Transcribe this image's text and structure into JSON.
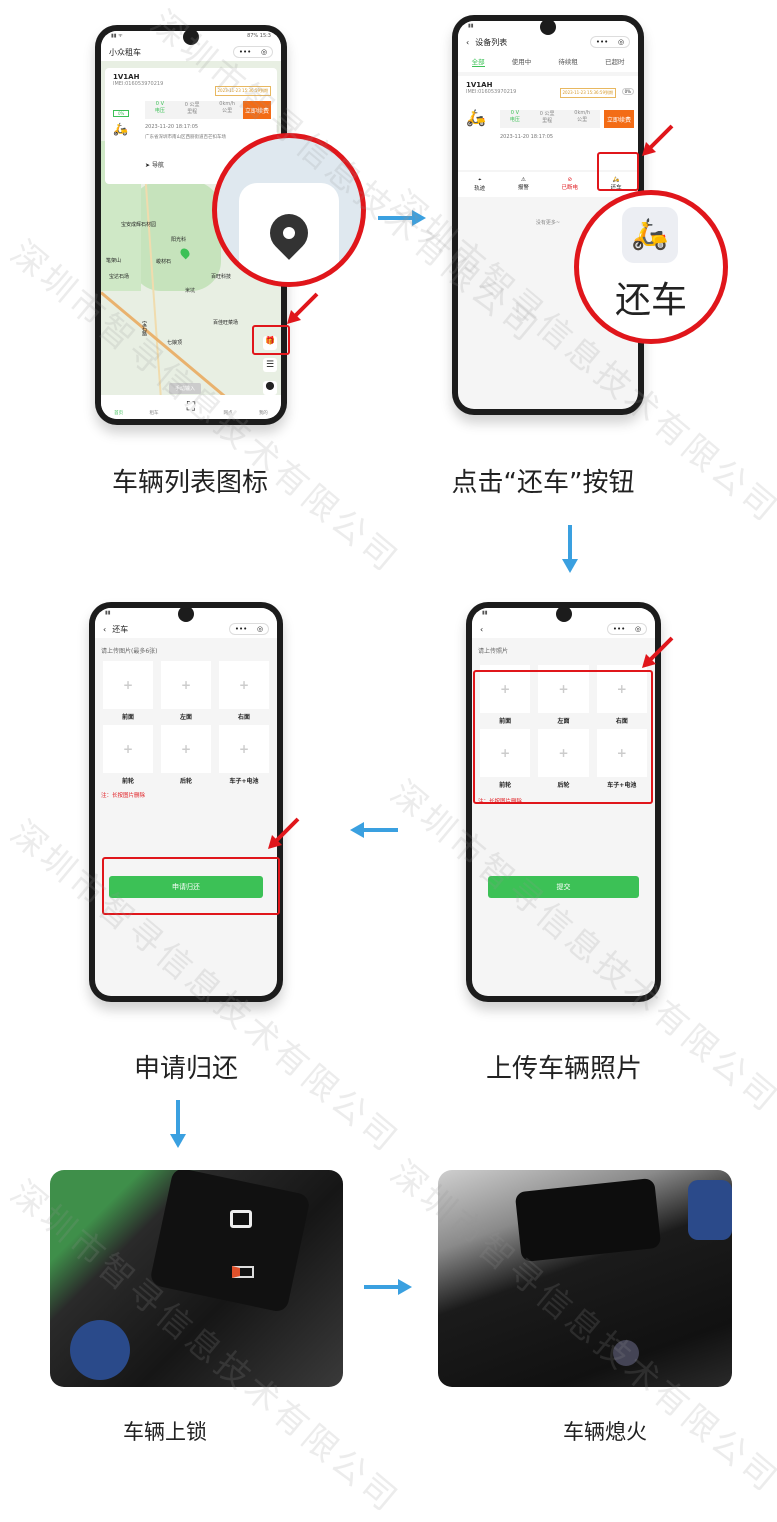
{
  "watermark": "深圳市智寻信息技术有限公司",
  "colors": {
    "accent_green": "#3cc156",
    "highlight_red": "#e0161b",
    "arrow_blue": "#3aa0e0",
    "renew_orange": "#f36c16"
  },
  "steps": [
    {
      "caption": "车辆列表图标"
    },
    {
      "caption": "点击“还车”按钮"
    },
    {
      "caption": "上传车辆照片"
    },
    {
      "caption": "申请归还"
    },
    {
      "caption": "车辆上锁"
    },
    {
      "caption": "车辆熄火"
    }
  ],
  "phone1": {
    "status": "87% 15:3",
    "title": "小众租车",
    "vehicle": {
      "name": "1V1AH",
      "imei": "IMEI:016053970219",
      "expire": "2023-11-23 15:36:59到期",
      "battery": "0%",
      "voltage": "0 V",
      "voltage_label": "电压",
      "mileage": "0 公里",
      "mileage_label": "里程",
      "speed": "0km/h",
      "speed_label": "公里",
      "renew": "立即续费",
      "time": "2023-11-20 18:17:05",
      "address": "广东省深圳市南山区西丽街道百芒扣车场",
      "navigate": "导航"
    },
    "map_labels": [
      "宝安成辉石材园",
      "阳光科",
      "笔架山",
      "峻材石",
      "宝达石场",
      "米坑",
      "百旺科技",
      "百佳旺菜场",
      "七娘顶",
      "宝石路",
      "手动输入"
    ],
    "tabs": [
      "首页",
      "租车",
      "",
      "网点",
      "我的"
    ],
    "icons": [
      "gift-icon",
      "list-icon",
      "location-pin-icon"
    ]
  },
  "phone2": {
    "title": "设备列表",
    "tabs": [
      "全部",
      "使用中",
      "待续租",
      "已超时"
    ],
    "active_tab": 0,
    "vehicle": {
      "name": "1V1AH",
      "imei": "IMEI:016053970219",
      "expire": "2023-11-23 15:36:59到期",
      "battery": "0%",
      "voltage": "0 V",
      "voltage_label": "电压",
      "mileage": "0 公里",
      "mileage_label": "里程",
      "speed": "0km/h",
      "speed_label": "公里",
      "renew": "立即续费",
      "time": "2023-11-20 18:17:05"
    },
    "actions": [
      "轨迹",
      "报警",
      "已断电",
      "还车"
    ],
    "empty": "没有更多~",
    "zoom_label": "还车"
  },
  "phone3": {
    "title": "还车",
    "prompt": "请上传图片(最多6张)",
    "slots": [
      "前面",
      "左面",
      "右面",
      "前轮",
      "后轮",
      "车子+电池"
    ],
    "note": "注：长按图片删除",
    "button": "申请归还"
  },
  "phone4": {
    "title": "",
    "prompt": "请上传照片",
    "slots": [
      "前面",
      "左面",
      "右面",
      "前轮",
      "后轮",
      "车子+电池"
    ],
    "note": "注：长按图片删除",
    "button": "提交"
  }
}
